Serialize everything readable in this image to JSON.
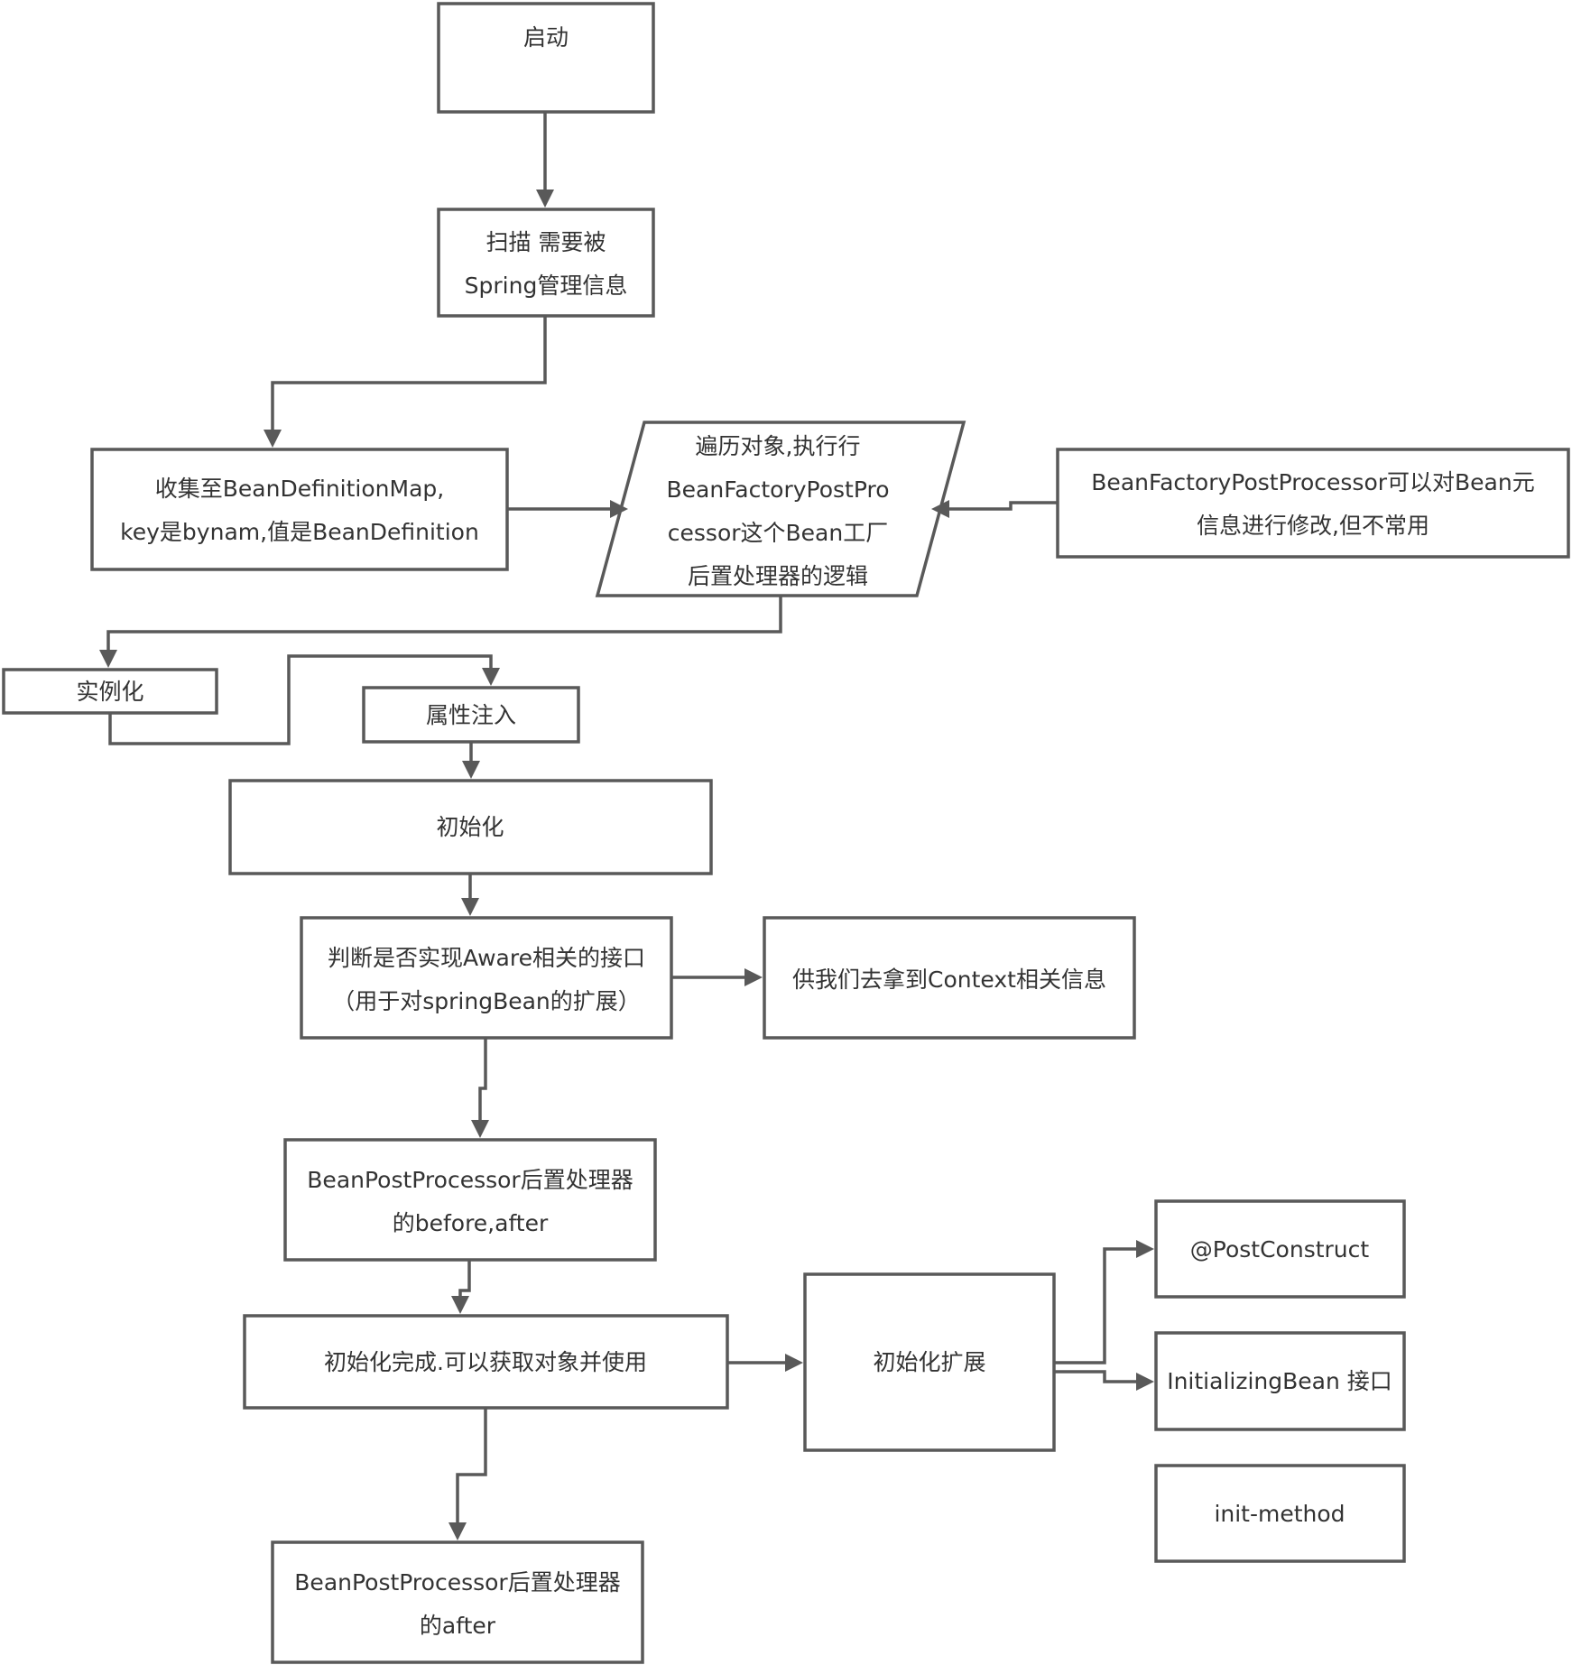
{
  "colors": {
    "stroke": "#595959",
    "text": "#333333",
    "background": "#ffffff"
  },
  "nodes": {
    "start": [
      "启动"
    ],
    "scan": [
      "扫描 需要被",
      "Spring管理信息"
    ],
    "collect": [
      "收集至BeanDefinitionMap,",
      "key是bynam,值是BeanDefinition"
    ],
    "traverse": [
      "遍历对象,执行行",
      "BeanFactoryPostPro",
      "cessor这个Bean工厂",
      "后置处理器的逻辑"
    ],
    "bfpp_note": [
      "BeanFactoryPostProcessor可以对Bean元",
      "信息进行修改,但不常用"
    ],
    "instantiate": [
      "实例化"
    ],
    "populate": [
      "属性注入"
    ],
    "initialize": [
      "初始化"
    ],
    "aware": [
      "判断是否实现Aware相关的接口",
      "（用于对springBean的扩展）"
    ],
    "context": [
      "供我们去拿到Context相关信息"
    ],
    "bpp_before_after": [
      "BeanPostProcessor后置处理器",
      "的before,after"
    ],
    "init_done": [
      "初始化完成.可以获取对象并使用"
    ],
    "init_ext": [
      "初始化扩展"
    ],
    "post_construct": [
      "@PostConstruct"
    ],
    "initializing_bean": [
      "InitializingBean 接口"
    ],
    "init_method": [
      "init-method"
    ],
    "bpp_after": [
      "BeanPostProcessor后置处理器",
      "的after"
    ]
  }
}
